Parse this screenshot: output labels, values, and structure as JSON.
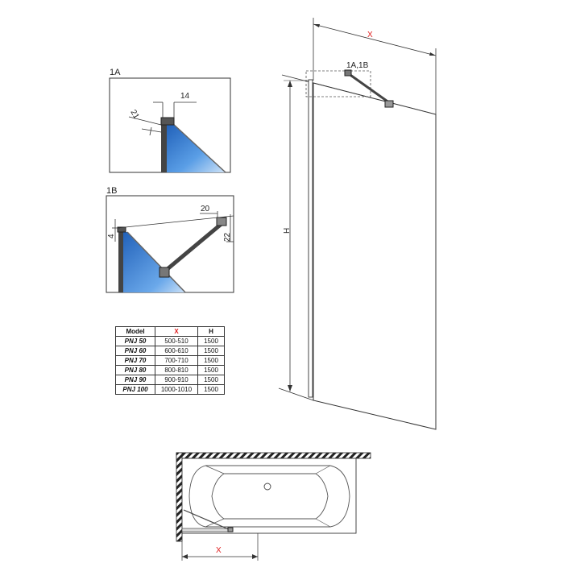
{
  "labels": {
    "detail_a": "1A",
    "detail_b": "1B",
    "detail_callout": "1A,1B",
    "width_symbol": "X",
    "height_symbol": "H"
  },
  "dimensions": {
    "a_width": "14",
    "a_depth": "21",
    "b_width": "20",
    "b_height": "22",
    "b_offset": "4"
  },
  "table": {
    "headers": [
      "Model",
      "X",
      "H"
    ],
    "rows": [
      [
        "PNJ 50",
        "500-510",
        "1500"
      ],
      [
        "PNJ 60",
        "600-610",
        "1500"
      ],
      [
        "PNJ 70",
        "700-710",
        "1500"
      ],
      [
        "PNJ 80",
        "800-810",
        "1500"
      ],
      [
        "PNJ 90",
        "900-910",
        "1500"
      ],
      [
        "PNJ 100",
        "1000-1010",
        "1500"
      ]
    ]
  },
  "colors": {
    "accent_red": "#e02020",
    "glass_blue": "#3a78c8",
    "line": "#333333"
  }
}
